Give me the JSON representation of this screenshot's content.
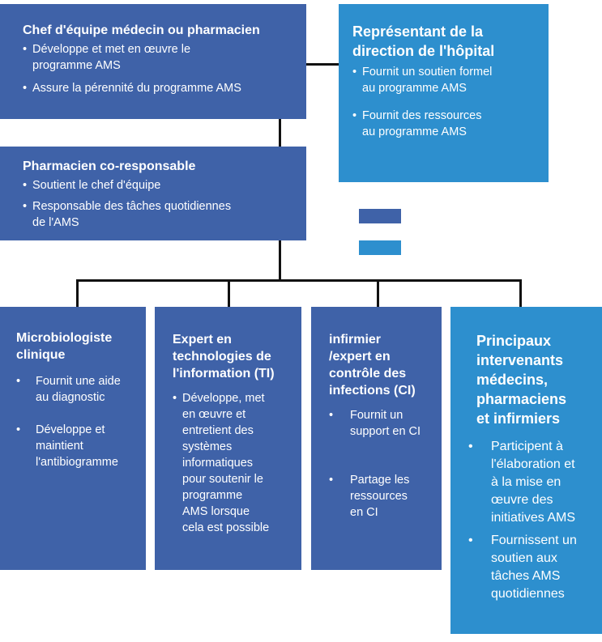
{
  "colors": {
    "dark_box": "#3f62a8",
    "light_box": "#2d8fce",
    "connector": "#111111",
    "text": "#ffffff"
  },
  "bullet": "•",
  "chef": {
    "title": "Chef d'équipe médecin ou pharmacien",
    "items": [
      "Développe et met en œuvre le\nprogramme AMS",
      "Assure la pérennité du programme AMS"
    ]
  },
  "direction": {
    "title": "Représentant de la\ndirection de l'hôpital",
    "items": [
      "Fournit un soutien formel\nau programme AMS",
      "Fournit des ressources\nau programme AMS"
    ]
  },
  "pharmacien": {
    "title": "Pharmacien co-responsable",
    "items": [
      "Soutient le chef d'équipe",
      "Responsable des tâches quotidiennes\nde l'AMS"
    ]
  },
  "microbio": {
    "title": "Microbiologiste\nclinique",
    "items": [
      "Fournit une aide\nau diagnostic",
      "Développe et\nmaintient\nl'antibiogramme"
    ]
  },
  "expert_ti": {
    "title": "Expert en\ntechnologies de\nl'information (TI)",
    "items": [
      "Développe, met\nen œuvre et\nentretient des\nsystèmes\ninformatiques\npour soutenir le\nprogramme\nAMS lorsque\ncela est possible"
    ]
  },
  "infirmier": {
    "title": "infirmier\n/expert en\ncontrôle des\ninfections (CI)",
    "items": [
      "Fournit un\nsupport en CI",
      "Partage les\nressources\nen CI"
    ]
  },
  "intervenants": {
    "title": "Principaux\nintervenants\nmédecins,\npharmaciens\net infirmiers",
    "items": [
      "Participent à\nl'élaboration et\nà la mise en\nœuvre des\ninitiatives AMS",
      "Fournissent un\nsoutien aux\ntâches AMS\nquotidiennes"
    ]
  }
}
